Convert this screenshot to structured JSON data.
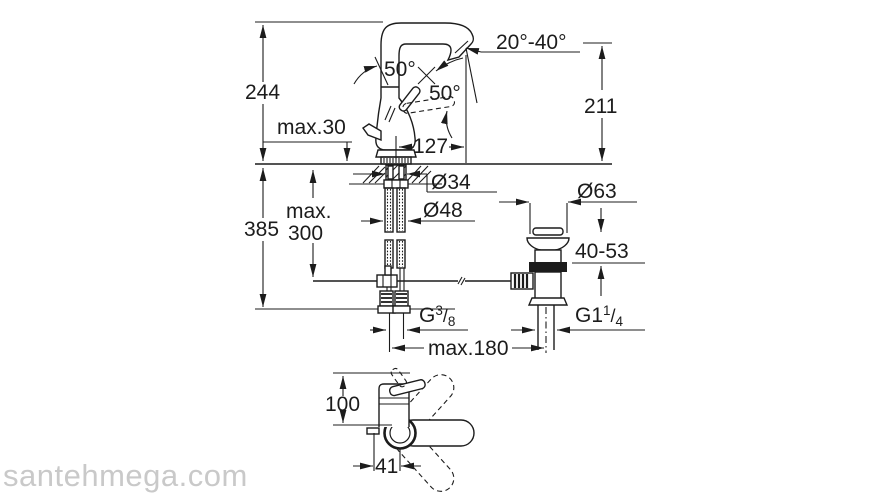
{
  "watermark": "santehmega.com",
  "colors": {
    "line": "#1c1c1c",
    "watermark": "#c9c9c9",
    "background": "#ffffff"
  },
  "front_view": {
    "overall_height": "244",
    "max_deck_thickness": "max.30",
    "height_below_deck": "385",
    "max_hose_length_line1": "max.",
    "max_hose_length_line2": "300",
    "handle_swivel_angle": "50°",
    "lever_open_angle": "50°",
    "spout_tilt_range": "20°-40°",
    "spout_outlet_height": "211",
    "spout_projection": "127",
    "shank_diameter": "Ø34",
    "base_diameter": "Ø48",
    "hose_connection_g": "G",
    "hose_connection_sup": "3",
    "hose_connection_slash": "/",
    "hose_connection_sub": "8",
    "max_drain_distance": "max.180"
  },
  "drain_view": {
    "flange_diameter": "Ø63",
    "clamping_range": "40-53",
    "thread_g": "G1",
    "thread_sup": "1",
    "thread_slash": "/",
    "thread_sub": "4"
  },
  "top_view": {
    "body_depth": "100",
    "spout_offset": "41"
  }
}
